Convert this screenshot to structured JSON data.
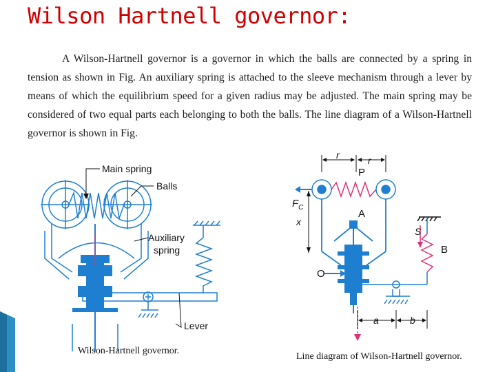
{
  "slide": {
    "title": "Wilson Hartnell governor:",
    "paragraph": "A Wilson-Hartnell governor is a governor in which the balls are connected by a spring in tension as shown in Fig.          An auxiliary spring is attached to the sleeve mechanism through a lever by means of which the equilibrium speed for a given radius may be adjusted. The main spring may be considered of two equal parts each belonging to both the balls. The line diagram of a Wilson-Hartnell governor is shown in Fig."
  },
  "figure_left": {
    "labels": {
      "main_spring": "Main spring",
      "balls": "Balls",
      "auxiliary_spring": "Auxiliary\nspring",
      "lever": "Lever"
    },
    "caption": "Wilson-Hartnell governor."
  },
  "figure_right": {
    "labels": {
      "r1": "r",
      "r2": "r",
      "p": "P",
      "fc": "Fc",
      "a_point": "A",
      "x": "x",
      "s": "S",
      "b_point": "B",
      "o": "O",
      "a_dim": "a",
      "b_dim": "b"
    },
    "caption": "Line diagram of Wilson-Hartnell governor."
  },
  "colors": {
    "title": "#d10000",
    "diagram_blue": "#1e7fd1",
    "diagram_pink": "#e0307a",
    "decoration": "#2a8fc4"
  }
}
